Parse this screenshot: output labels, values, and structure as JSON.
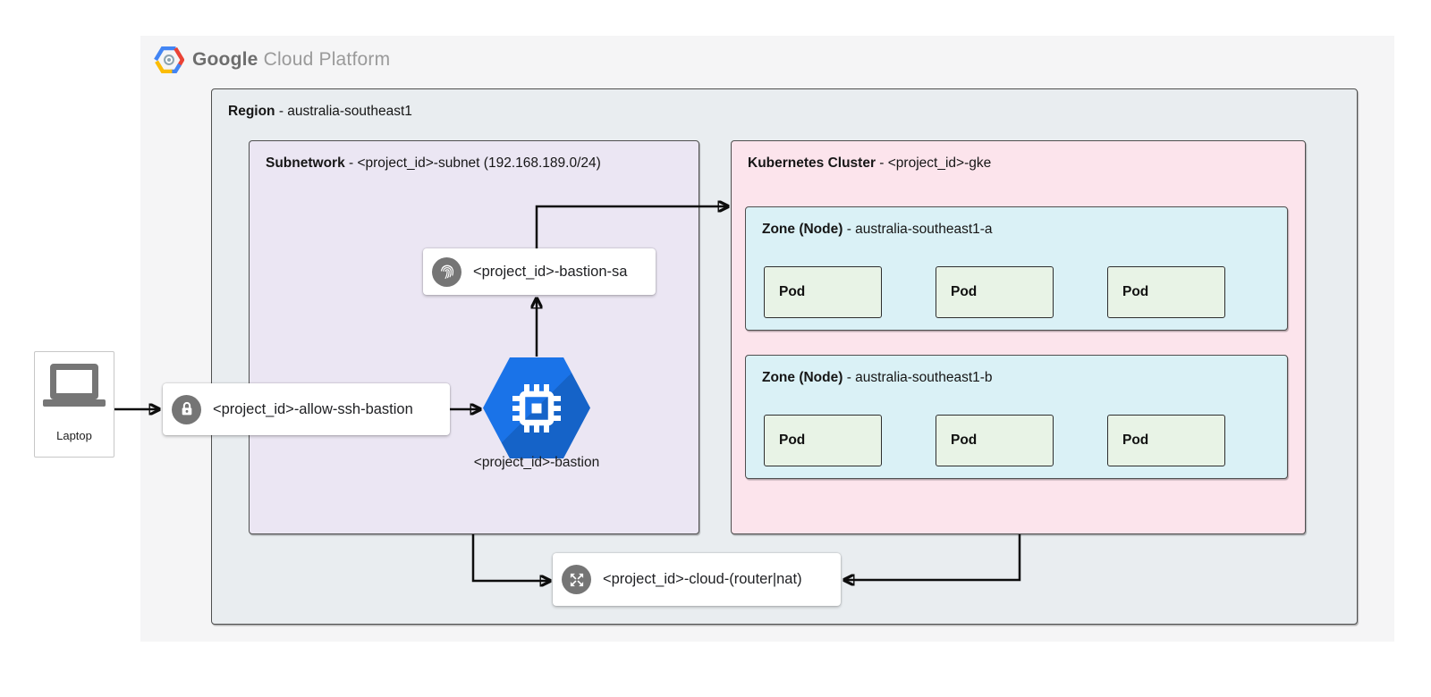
{
  "logo": {
    "part1": "Google ",
    "part2": "Cloud Platform"
  },
  "region": {
    "title": "Region",
    "subtitle": " - australia-southeast1"
  },
  "subnetwork": {
    "title": "Subnetwork",
    "subtitle": " - <project_id>-subnet (192.168.189.0/24)"
  },
  "cluster": {
    "title": "Kubernetes Cluster",
    "subtitle": " - <project_id>-gke"
  },
  "zones": [
    {
      "title": "Zone (Node)",
      "subtitle": " - australia-southeast1-a",
      "pods": [
        "Pod",
        "Pod",
        "Pod"
      ]
    },
    {
      "title": "Zone (Node)",
      "subtitle": " - australia-southeast1-b",
      "pods": [
        "Pod",
        "Pod",
        "Pod"
      ]
    }
  ],
  "laptop": {
    "label": "Laptop"
  },
  "firewall": {
    "label": "<project_id>-allow-ssh-bastion",
    "icon": "lock-icon"
  },
  "service_account": {
    "label": "<project_id>-bastion-sa",
    "icon": "fingerprint-icon"
  },
  "bastion": {
    "label": "<project_id>-bastion",
    "icon": "compute-engine-chip-icon"
  },
  "router": {
    "label": "<project_id>-cloud-(router|nat)",
    "icon": "router-nat-arrows-icon"
  },
  "colors": {
    "container_bg": "#f5f5f6",
    "region_bg": "#e9edf0",
    "subnet_bg": "#ebe6f3",
    "cluster_bg": "#fce4ec",
    "zone_bg": "#daf1f6",
    "pod_bg": "#e8f3e6",
    "bastion_blue": "#1a73e8",
    "icon_gray": "#757575",
    "logo_blue": "#4285f4",
    "logo_red": "#ea4335",
    "logo_yellow": "#fbbc05"
  }
}
